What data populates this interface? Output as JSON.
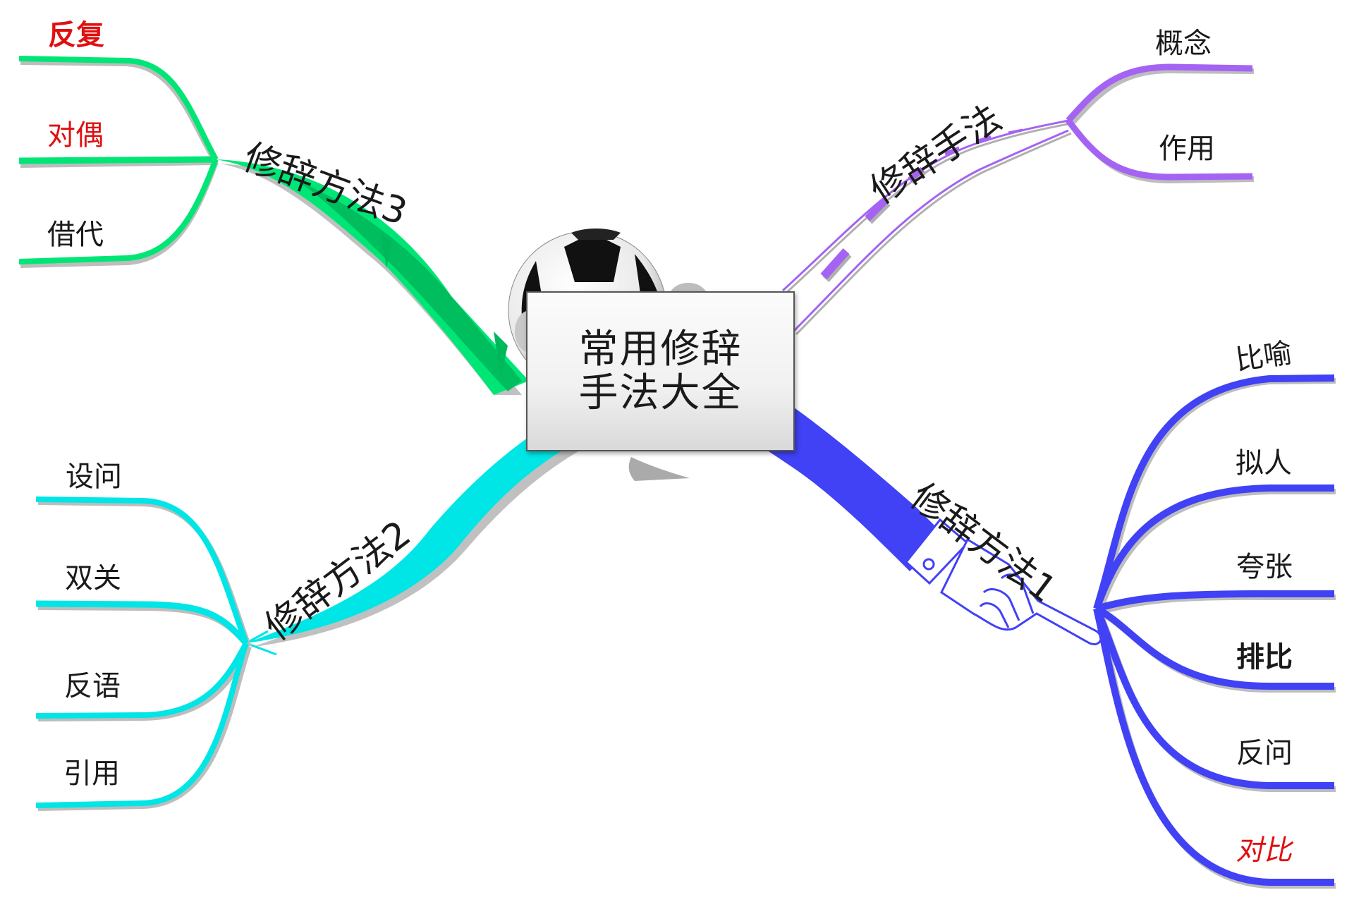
{
  "title": {
    "line1": "常用修辞",
    "line2": "手法大全"
  },
  "colors": {
    "green": "#00e676",
    "green_dark": "#00b85c",
    "cyan": "#00e5e5",
    "purple": "#a463f2",
    "blue": "#4141f5",
    "shadow": "#b8b8b8",
    "red_text": "#e01010"
  },
  "branches": {
    "top_left": {
      "label": "修辞方法3",
      "color": "green",
      "items": [
        {
          "label": "反复",
          "color": "red",
          "bold": true
        },
        {
          "label": "对偶",
          "color": "red",
          "bold": false
        },
        {
          "label": "借代",
          "color": "black",
          "bold": false
        }
      ]
    },
    "top_right": {
      "label": "修辞手法",
      "color": "purple",
      "items": [
        {
          "label": "概念",
          "color": "black"
        },
        {
          "label": "作用",
          "color": "black"
        }
      ]
    },
    "bottom_left": {
      "label": "修辞方法2",
      "color": "cyan",
      "items": [
        {
          "label": "设问",
          "color": "black"
        },
        {
          "label": "双关",
          "color": "black"
        },
        {
          "label": "反语",
          "color": "black"
        },
        {
          "label": "引用",
          "color": "black"
        }
      ]
    },
    "bottom_right": {
      "label": "修辞方法1",
      "color": "blue",
      "items": [
        {
          "label": "比喻",
          "color": "black"
        },
        {
          "label": "拟人",
          "color": "black"
        },
        {
          "label": "夸张",
          "color": "black"
        },
        {
          "label": "排比",
          "color": "black",
          "bold": true
        },
        {
          "label": "反问",
          "color": "black"
        },
        {
          "label": "对比",
          "color": "red"
        }
      ]
    }
  }
}
